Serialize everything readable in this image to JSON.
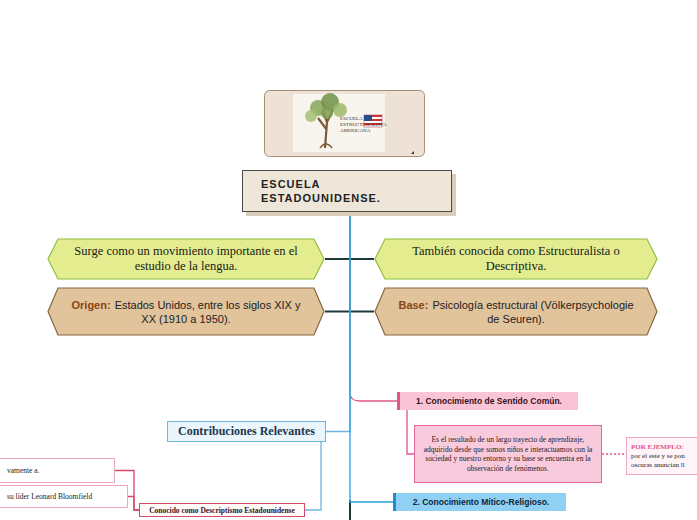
{
  "diagram": {
    "title": "ESCUELA ESTADOUNIDENSE.",
    "nodes": [
      {
        "text": [
          "ESCUELA ESTADOUNIDENSE."
        ]
      },
      {
        "text": [
          "Surge como un movimiento importante en el estudio de la lengua."
        ]
      },
      {
        "text": [
          "También conocida como Estructuralista o Descriptiva."
        ]
      },
      {
        "text": [
          "Origen:",
          "Estados Unidos, entre los siglos XIX y XX (1910 a 1950)."
        ]
      },
      {
        "text": [
          "Base:",
          "Psicología estructural (Völkerpsychologie de Seuren)."
        ]
      },
      {
        "text": [
          "1. Conocimiento de Sentido Común."
        ]
      },
      {
        "text": [
          "Es el resultado de un largo trayecto de aprendizaje, adquirido desde que somos niños e interactuamos con la sociedad y nuestro entorno y su base se encuentra en la observación de fenómenos."
        ]
      },
      {
        "text": [
          "POR EJEMPLO:",
          "por el este y se pon oscuras anuncian ll"
        ]
      },
      {
        "text": [
          "Contribuciones Relevantes"
        ]
      },
      {
        "text": [
          "2. Conocimiento Mítico-Religioso."
        ]
      },
      {
        "text": [
          "Conocido como Descriptismo Estadounidense"
        ]
      },
      {
        "text": [
          "vamente a."
        ]
      },
      {
        "text": [
          "su líder Leonard Bloomfield"
        ]
      }
    ],
    "edges": [
      {
        "from": 0,
        "to": 1,
        "arrow": "none"
      },
      {
        "from": 0,
        "to": 2,
        "arrow": "none"
      },
      {
        "from": 0,
        "to": 3,
        "arrow": "none"
      },
      {
        "from": 0,
        "to": 4,
        "arrow": "none"
      },
      {
        "from": 0,
        "to": 5,
        "arrow": "none"
      },
      {
        "from": 5,
        "to": 6,
        "arrow": "none"
      },
      {
        "from": 6,
        "to": 7,
        "arrow": "none"
      },
      {
        "from": 0,
        "to": 8,
        "arrow": "none"
      },
      {
        "from": 0,
        "to": 9,
        "arrow": "none"
      },
      {
        "from": 8,
        "to": 10,
        "arrow": "none"
      },
      {
        "from": 10,
        "to": 11,
        "arrow": "none"
      },
      {
        "from": 10,
        "to": 12,
        "arrow": "none"
      }
    ],
    "labels": [
      "ESCUELA ESTRUCTURALISTA AMERICANA"
    ]
  }
}
